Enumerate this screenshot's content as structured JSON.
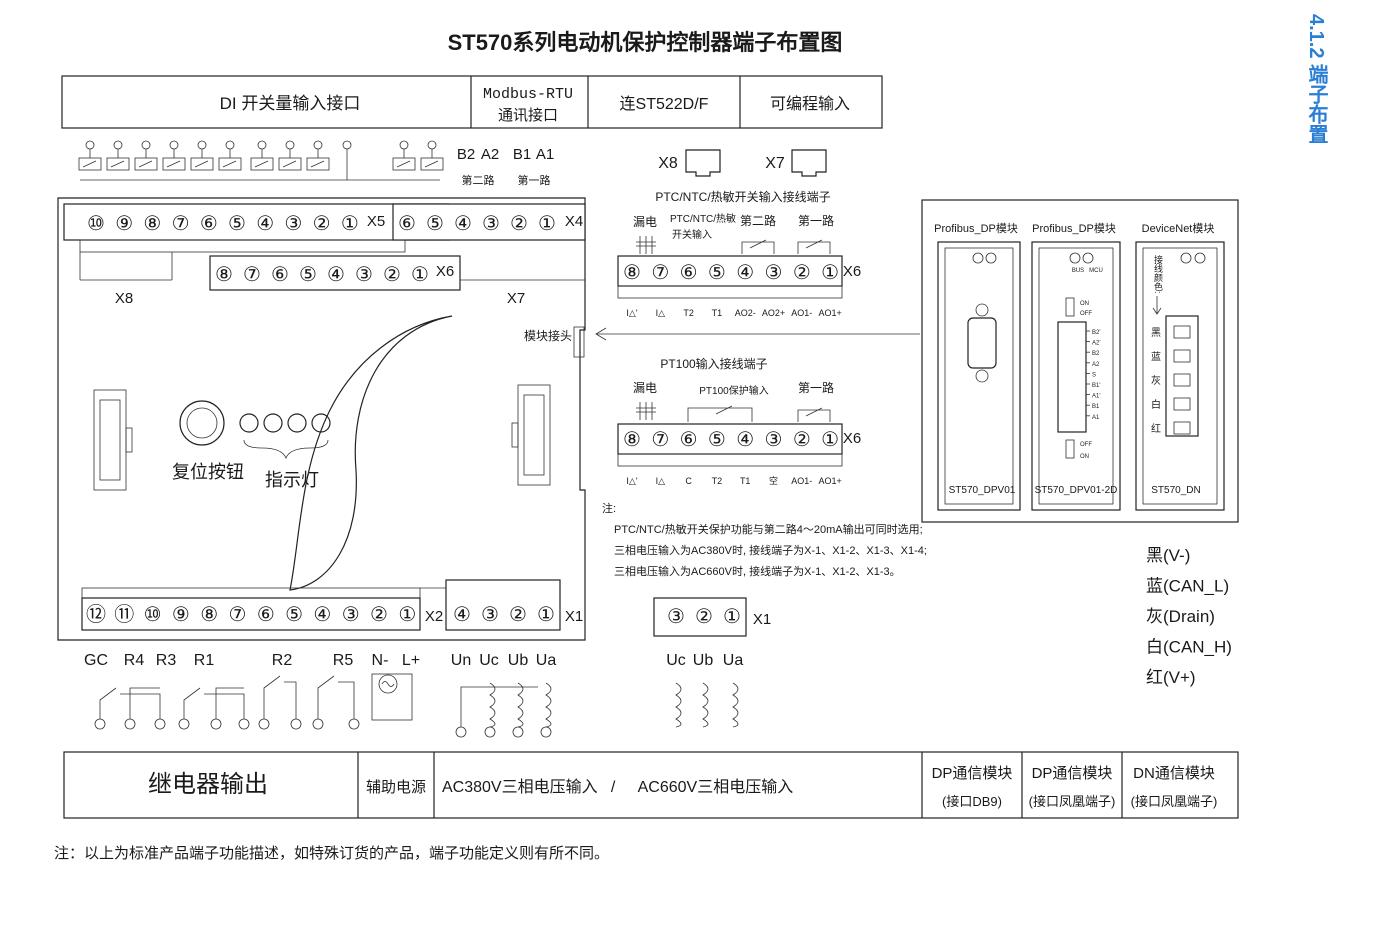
{
  "title": "ST570系列电动机保护控制器端子布置图",
  "side_heading": "4.1.2 端子布置",
  "top_table": {
    "di": "DI 开关量输入接口",
    "modbus_1": "Modbus-RTU",
    "modbus_2": "通讯接口",
    "st522": "连ST522D/F",
    "prog": "可编程输入"
  },
  "bus_labels": {
    "b2": "B2",
    "a2": "A2",
    "b1": "B1",
    "a1": "A1",
    "second": "第二路",
    "first": "第一路"
  },
  "connectors": {
    "x8": "X8",
    "x7": "X7",
    "x5": "X5",
    "x4": "X4",
    "x6": "X6",
    "x2": "X2",
    "x1": "X1"
  },
  "x5_terms": [
    "⑩",
    "⑨",
    "⑧",
    "⑦",
    "⑥",
    "⑤",
    "④",
    "③",
    "②",
    "①"
  ],
  "x4_terms": [
    "⑥",
    "⑤",
    "④",
    "③",
    "②",
    "①"
  ],
  "x6_terms": [
    "⑧",
    "⑦",
    "⑥",
    "⑤",
    "④",
    "③",
    "②",
    "①"
  ],
  "x2_terms": [
    "⑫",
    "⑪",
    "⑩",
    "⑨",
    "⑧",
    "⑦",
    "⑥",
    "⑤",
    "④",
    "③",
    "②",
    "①"
  ],
  "x1_terms": [
    "④",
    "③",
    "②",
    "①"
  ],
  "x1_small_terms": [
    "③",
    "②",
    "①"
  ],
  "module_connector": "模块接头",
  "reset_button": "复位按钮",
  "indicator": "指示灯",
  "relay_labels": [
    "GC",
    "R4",
    "R3",
    "R1",
    "R2",
    "R5",
    "N-",
    "L+"
  ],
  "voltage_labels": [
    "Un",
    "Uc",
    "Ub",
    "Ua"
  ],
  "voltage_small_labels": [
    "Uc",
    "Ub",
    "Ua"
  ],
  "ptc": {
    "title": "PTC/NTC/热敏开关输入接线端子",
    "leak": "漏电",
    "ptc_label_1": "PTC/NTC/热敏",
    "ptc_label_2": "开关输入",
    "second": "第二路",
    "first": "第一路",
    "bottom": [
      "I△'",
      "I△",
      "T2",
      "T1",
      "AO2-",
      "AO2+",
      "AO1-",
      "AO1+"
    ]
  },
  "pt100": {
    "title": "PT100输入接线端子",
    "leak": "漏电",
    "prot": "PT100保护输入",
    "first": "第一路",
    "bottom": [
      "I△'",
      "I△",
      "C",
      "T2",
      "T1",
      "空",
      "AO1-",
      "AO1+"
    ]
  },
  "notes": {
    "head": "注:",
    "l1": "PTC/NTC/热敏开关保护功能与第二路4～20mA输出可同时选用;",
    "l2": "三相电压输入为AC380V时, 接线端子为X-1、X1-2、X1-3、X1-4;",
    "l3": "三相电压输入为AC660V时, 接线端子为X-1、X1-2、X1-3。"
  },
  "modules": {
    "m1_title": "Profibus_DP模块",
    "m2_title": "Profibus_DP模块",
    "m3_title": "DeviceNet模块",
    "m1_name": "ST570_DPV01",
    "m2_name": "ST570_DPV01-2D",
    "m3_name": "ST570_DN",
    "bus": "BUS",
    "mcu": "MCU",
    "on": "ON",
    "off": "OFF",
    "m2_pins": [
      "B2'",
      "A2'",
      "B2",
      "A2",
      "S",
      "B1'",
      "A1'",
      "B1",
      "A1"
    ],
    "m3_side": "接线颜色:",
    "m3_colors": [
      "黑",
      "蓝",
      "灰",
      "白",
      "红"
    ]
  },
  "wire_legend": [
    "黑(V-)",
    "蓝(CAN_L)",
    "灰(Drain)",
    "白(CAN_H)",
    "红(V+)"
  ],
  "bottom_table": {
    "relay": "继电器输出",
    "aux": "辅助电源",
    "ac": "AC380V三相电压输入   /     AC660V三相电压输入",
    "dp1_a": "DP通信模块",
    "dp1_b": "(接口DB9)",
    "dp2_a": "DP通信模块",
    "dp2_b": "(接口凤凰端子)",
    "dn_a": "DN通信模块",
    "dn_b": "(接口凤凰端子)"
  },
  "footnote": "注：以上为标准产品端子功能描述，如特殊订货的产品，端子功能定义则有所不同。",
  "colors": {
    "heading_blue": "#2a7fd4",
    "line": "#222222"
  }
}
